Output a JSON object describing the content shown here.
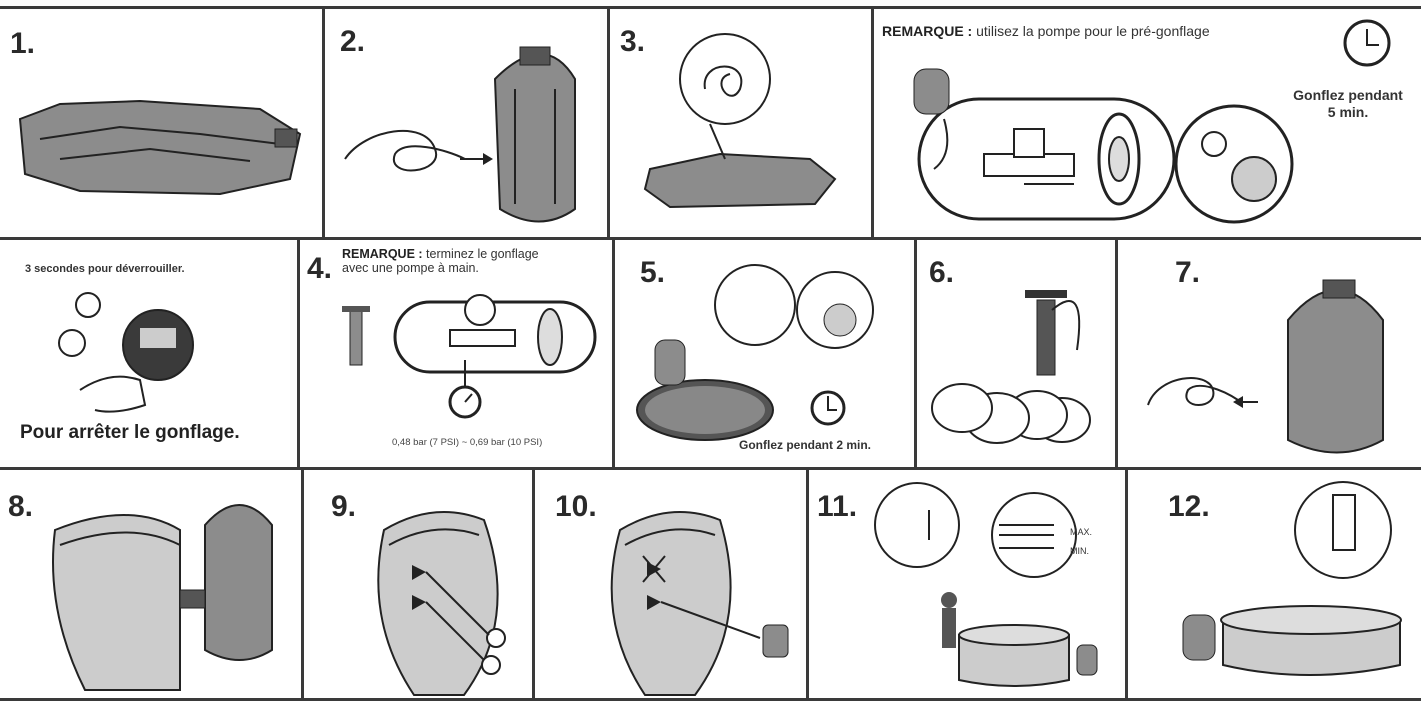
{
  "steps": {
    "s1": {
      "num": "1."
    },
    "s2": {
      "num": "2."
    },
    "s3": {
      "num": "3."
    },
    "note_pump": {
      "label": "REMARQUE :",
      "text": "utilisez la pompe pour le pré-gonflage",
      "timer": "Gonflez pendant",
      "timer2": "5 min."
    },
    "unlock": {
      "caption": "3 secondes pour déverrouiller.",
      "stop": "Pour arrêter le gonflage."
    },
    "s4": {
      "num": "4.",
      "label": "REMARQUE :",
      "text1": "terminez le gonflage",
      "text2": "avec une pompe à main.",
      "pressure": "0,48 bar (7 PSI) ~ 0,69 bar (10 PSI)"
    },
    "s5": {
      "num": "5.",
      "timer": "Gonflez pendant 2 min."
    },
    "s6": {
      "num": "6."
    },
    "s7": {
      "num": "7."
    },
    "s8": {
      "num": "8."
    },
    "s9": {
      "num": "9."
    },
    "s10": {
      "num": "10."
    },
    "s11": {
      "num": "11.",
      "max": "MAX.",
      "min": "MIN."
    },
    "s12": {
      "num": "12."
    }
  },
  "colors": {
    "line": "#3a3a3a",
    "gray": "#8c8c8c",
    "dark": "#2a2a2a"
  }
}
